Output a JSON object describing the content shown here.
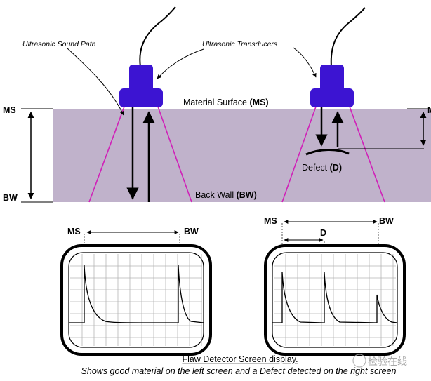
{
  "labels": {
    "sound_path": "Ultrasonic Sound Path",
    "transducers": "Ultrasonic Transducers",
    "surface_prefix": "Material Surface",
    "surface_abbr": "(MS)",
    "backwall_prefix": "Back Wall",
    "backwall_abbr": "(BW)",
    "defect_prefix": "Defect",
    "defect_abbr": "(D)",
    "ms": "MS",
    "bw": "BW",
    "d": "D"
  },
  "caption": {
    "title": "Flaw Detector Screen display.",
    "subtitle": "Shows good material on the left screen and a Defect detected on the right screen"
  },
  "watermark": "检验在线",
  "colors": {
    "material": "#c0b2cb",
    "transducer": "#3c14d2",
    "sound_path": "#d020b8"
  }
}
